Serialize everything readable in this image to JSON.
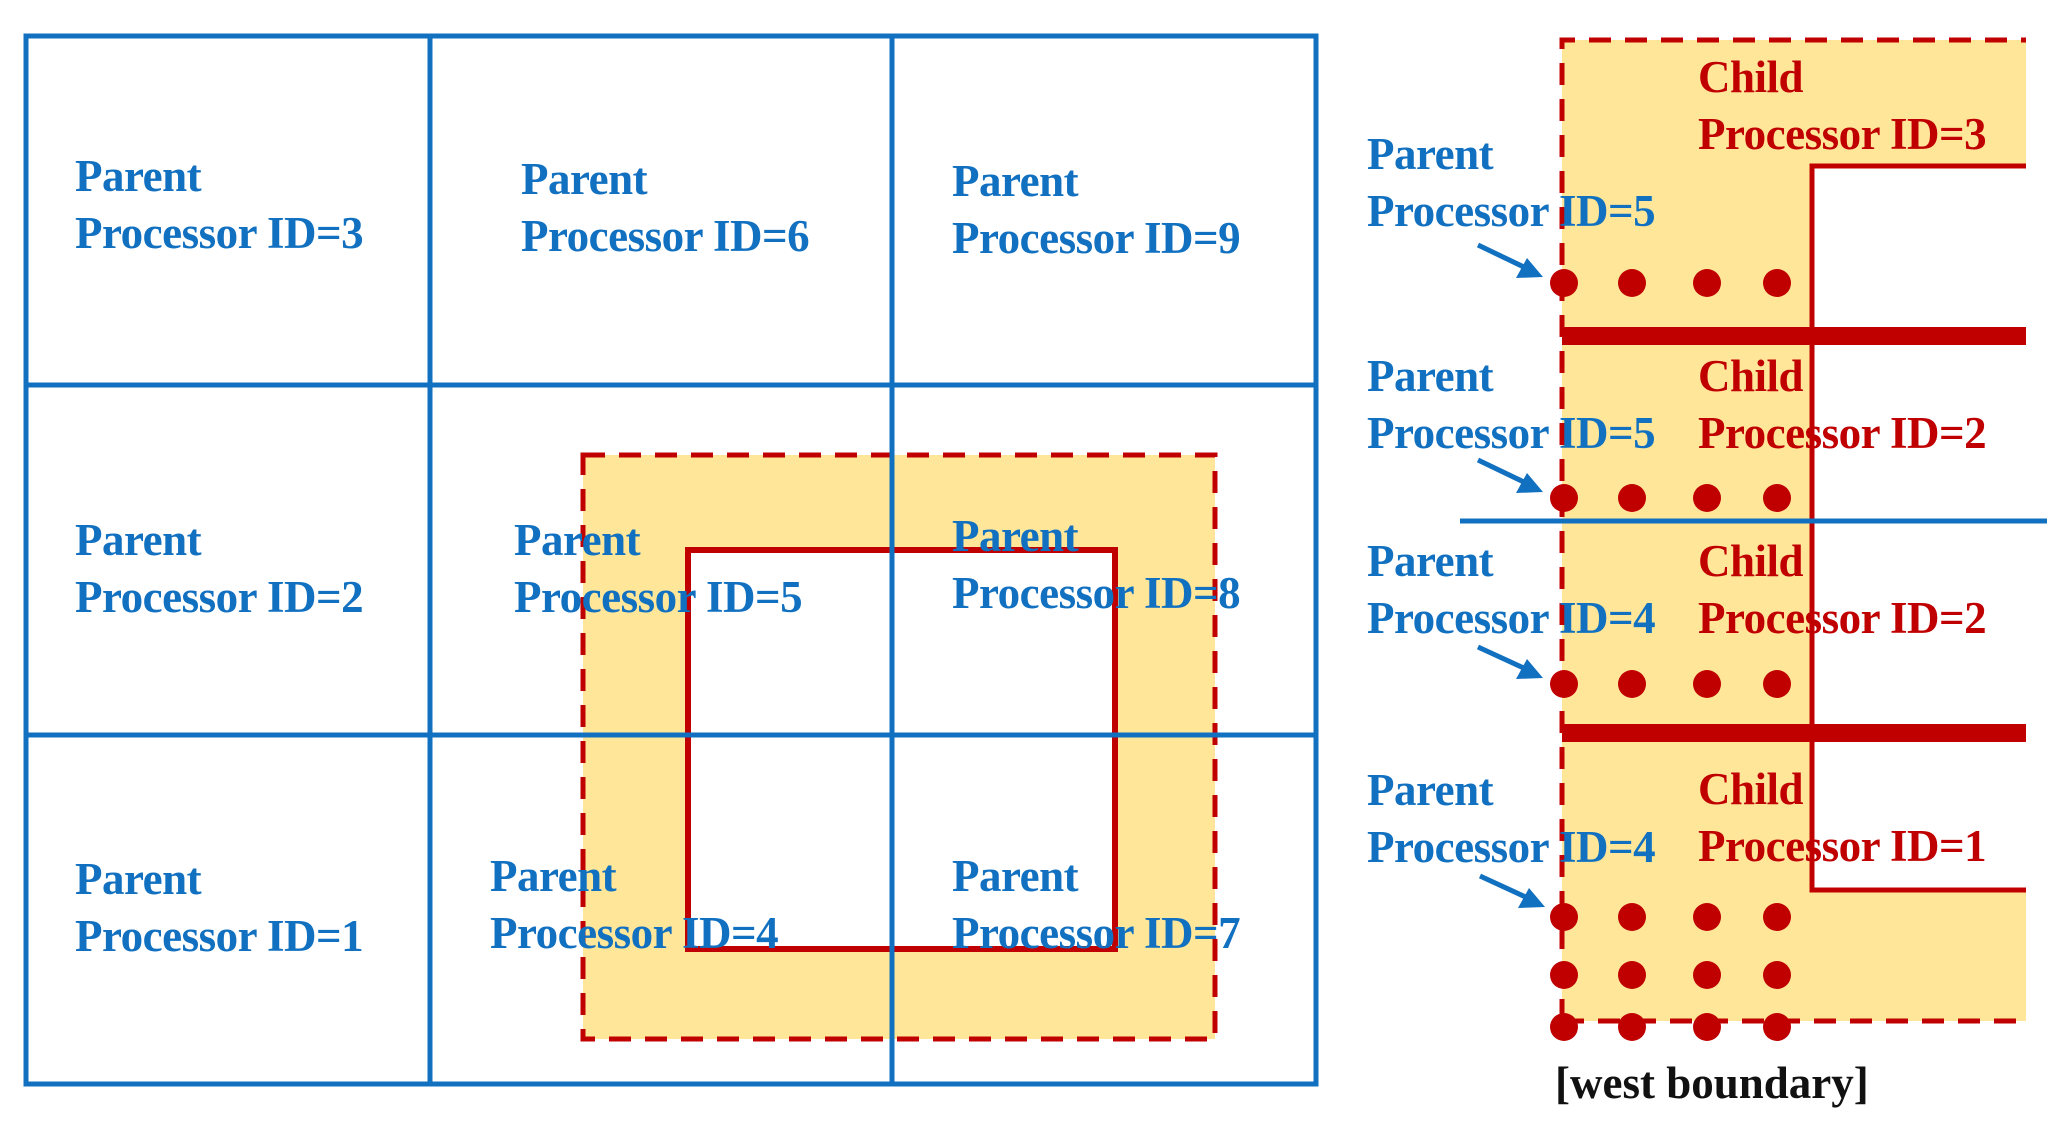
{
  "colors": {
    "parent_blue": "#1170c0",
    "child_red": "#c00000",
    "halo_fill": "#ffe699"
  },
  "grid": {
    "cells": [
      {
        "line1": "Parent",
        "line2": "Processor ID=3"
      },
      {
        "line1": "Parent",
        "line2": "Processor ID=6"
      },
      {
        "line1": "Parent",
        "line2": "Processor ID=9"
      },
      {
        "line1": "Parent",
        "line2": "Processor ID=2"
      },
      {
        "line1": "Parent",
        "line2": "Processor ID=5"
      },
      {
        "line1": "Parent",
        "line2": "Processor ID=8"
      },
      {
        "line1": "Parent",
        "line2": "Processor ID=1"
      },
      {
        "line1": "Parent",
        "line2": "Processor ID=4"
      },
      {
        "line1": "Parent",
        "line2": "Processor ID=7"
      }
    ]
  },
  "detail": {
    "segments": [
      {
        "parent_line1": "Parent",
        "parent_line2": "Processor ID=5",
        "child_line1": "Child",
        "child_line2": "Processor ID=3"
      },
      {
        "parent_line1": "Parent",
        "parent_line2": "Processor ID=5",
        "child_line1": "Child",
        "child_line2": "Processor ID=2"
      },
      {
        "parent_line1": "Parent",
        "parent_line2": "Processor ID=4",
        "child_line1": "Child",
        "child_line2": "Processor ID=2"
      },
      {
        "parent_line1": "Parent",
        "parent_line2": "Processor ID=4",
        "child_line1": "Child",
        "child_line2": "Processor ID=1"
      }
    ],
    "caption": "[west boundary]",
    "arrow_icon": "arrow-down-right-icon",
    "point_icon": "grid-point-dot"
  }
}
